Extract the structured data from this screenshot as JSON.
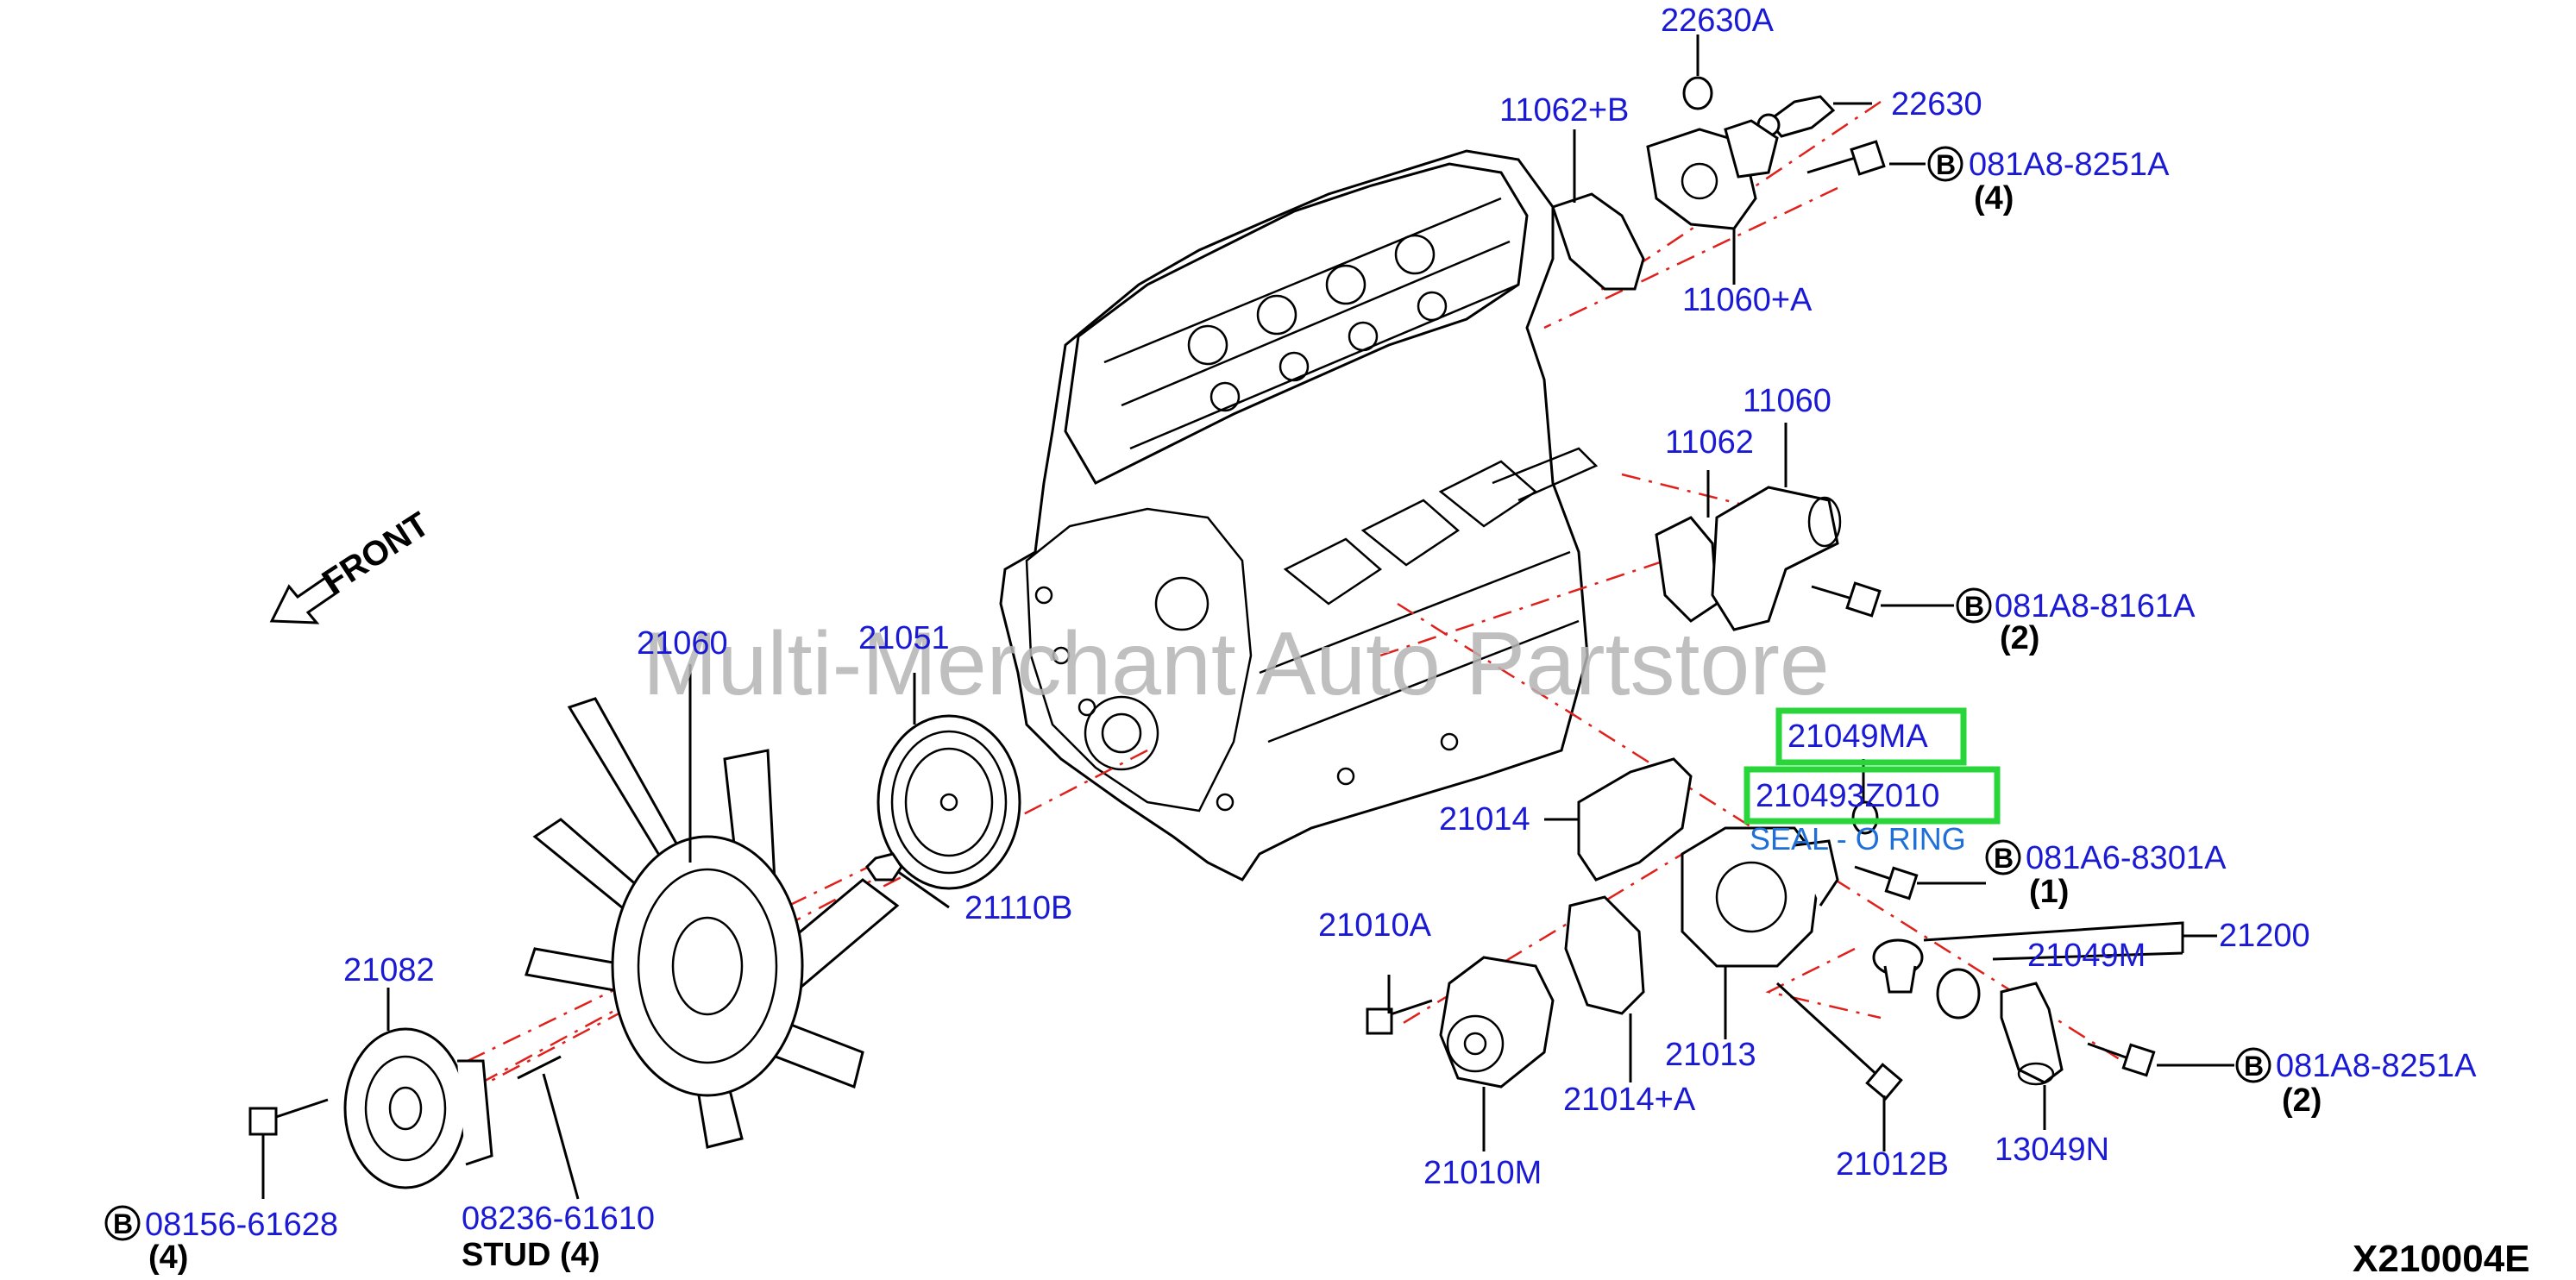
{
  "watermark": "Multi-Merchant Auto Partstore",
  "diagram_ref": "X210004E",
  "front_label": "FRONT",
  "bolt_marker": "B",
  "labels": {
    "p22630A": "22630A",
    "p22630": "22630",
    "p11062B": "11062+B",
    "p081A8_8251A_top": "081A8-8251A",
    "q4_top": "(4)",
    "p11060A": "11060+A",
    "p11060": "11060",
    "p11062": "11062",
    "p081A8_8161A": "081A8-8161A",
    "q2_mid": "(2)",
    "p21060": "21060",
    "p21051": "21051",
    "p21049MA": "21049MA",
    "p210493Z010": "210493Z010",
    "seal_desc": "SEAL - O RING",
    "p21014": "21014",
    "p081A6_8301A": "081A6-8301A",
    "q1": "(1)",
    "p21110B": "21110B",
    "p21010A": "21010A",
    "p21200": "21200",
    "p21049M": "21049M",
    "p21082": "21082",
    "p21013": "21013",
    "p21014A": "21014+A",
    "p081A8_8251A_bot": "081A8-8251A",
    "q2_bot": "(2)",
    "p21010M": "21010M",
    "p21012B": "21012B",
    "p13049N": "13049N",
    "p08156_61628": "08156-61628",
    "q4_left": "(4)",
    "p08236_61610": "08236-61610",
    "stud4": "STUD (4)"
  },
  "highlighted_parts": [
    "21049MA",
    "210493Z010"
  ],
  "colors": {
    "part_number": "#1a1ad4",
    "highlight": "#29d63a",
    "center_line": "#e0201b",
    "watermark": "#b4b4b4"
  }
}
